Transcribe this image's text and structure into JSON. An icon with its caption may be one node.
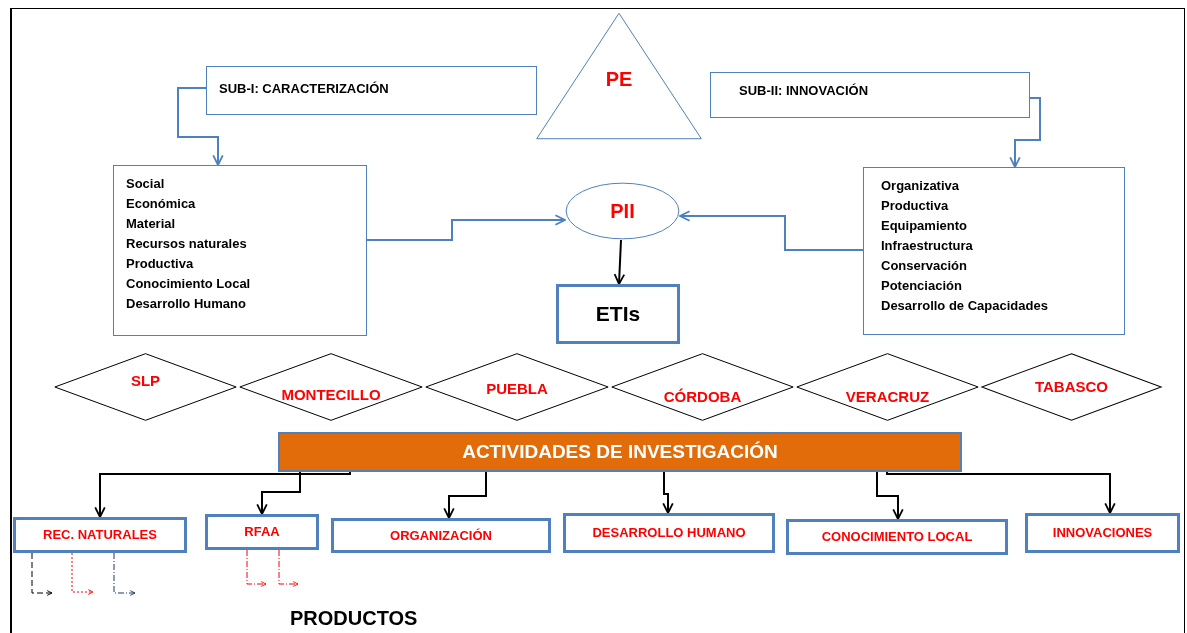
{
  "diagram": {
    "nodes": [
      {
        "text": [
          "SUB-I: CARACTERIZACIÓN"
        ]
      },
      {
        "text": [
          "PE"
        ]
      },
      {
        "text": [
          "SUB-II: INNOVACIÓN"
        ]
      },
      {
        "text": [
          "Social",
          "Económica",
          "Material",
          "Recursos naturales",
          "Productiva",
          "Conocimiento Local",
          "Desarrollo Humano"
        ]
      },
      {
        "text": [
          "PII"
        ]
      },
      {
        "text": [
          "ETIs"
        ]
      },
      {
        "text": [
          "Organizativa",
          "Productiva",
          "Equipamiento",
          "Infraestructura",
          "Conservación",
          "Potenciación",
          "Desarrollo de Capacidades"
        ]
      },
      {
        "text": [
          "SLP"
        ]
      },
      {
        "text": [
          "MONTECILLO"
        ]
      },
      {
        "text": [
          "PUEBLA"
        ]
      },
      {
        "text": [
          "CÓRDOBA"
        ]
      },
      {
        "text": [
          "VERACRUZ"
        ]
      },
      {
        "text": [
          "TABASCO"
        ]
      },
      {
        "text": [
          "ACTIVIDADES DE INVESTIGACIÓN"
        ]
      },
      {
        "text": [
          "REC. NATURALES"
        ]
      },
      {
        "text": [
          "RFAA"
        ]
      },
      {
        "text": [
          "ORGANIZACIÓN"
        ]
      },
      {
        "text": [
          "DESARROLLO HUMANO"
        ]
      },
      {
        "text": [
          "CONOCIMIENTO LOCAL"
        ]
      },
      {
        "text": [
          "INNOVACIONES"
        ]
      }
    ],
    "edges": [
      {
        "from": 0,
        "to": 3,
        "arrow": "to",
        "color": "#4f81bd"
      },
      {
        "from": 2,
        "to": 6,
        "arrow": "to",
        "color": "#4f81bd"
      },
      {
        "from": 3,
        "to": 4,
        "arrow": "to",
        "color": "#4f81bd"
      },
      {
        "from": 6,
        "to": 4,
        "arrow": "to",
        "color": "#4f81bd"
      },
      {
        "from": 4,
        "to": 5,
        "arrow": "to"
      },
      {
        "from": 13,
        "to": 14,
        "arrow": "to"
      },
      {
        "from": 13,
        "to": 15,
        "arrow": "to"
      },
      {
        "from": 13,
        "to": 16,
        "arrow": "to"
      },
      {
        "from": 13,
        "to": 17,
        "arrow": "to"
      },
      {
        "from": 13,
        "to": 18,
        "arrow": "to"
      },
      {
        "from": 13,
        "to": 19,
        "arrow": "to"
      },
      {
        "from": 14,
        "to": null,
        "arrow": "to",
        "style": "dashed"
      },
      {
        "from": 14,
        "to": null,
        "arrow": "to",
        "style": "dashed",
        "color": "#ff0000"
      },
      {
        "from": 14,
        "to": null,
        "arrow": "to",
        "style": "dashed",
        "color": "#1f3864"
      },
      {
        "from": 15,
        "to": null,
        "arrow": "to",
        "style": "dashed",
        "color": "#ff0000"
      },
      {
        "from": 15,
        "to": null,
        "arrow": "to",
        "style": "dashed",
        "color": "#ff0000"
      }
    ],
    "labels": [
      "PRODUCTOS"
    ]
  }
}
